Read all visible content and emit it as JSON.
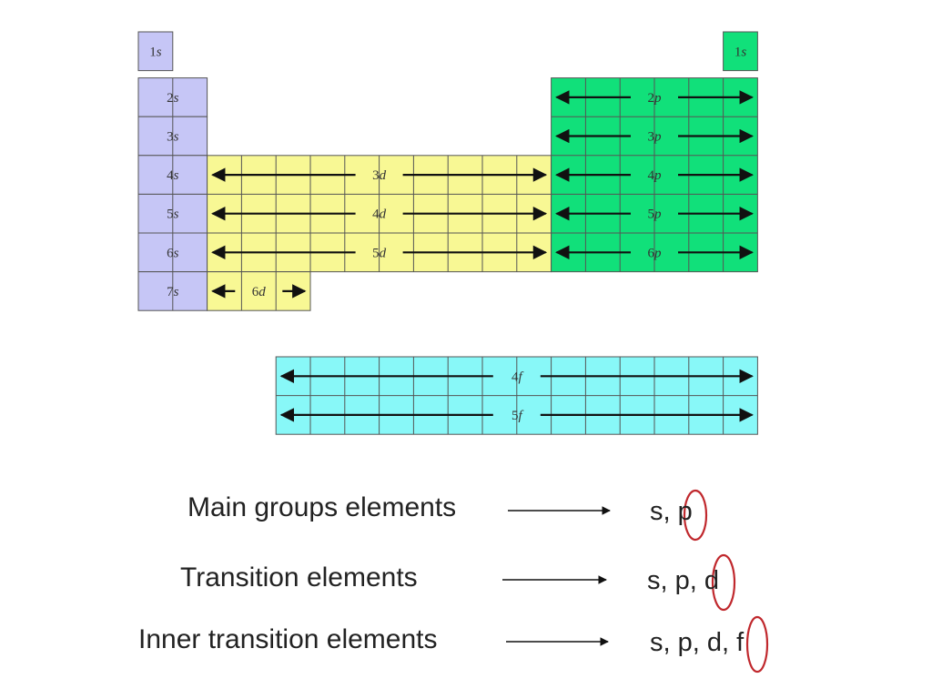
{
  "colors": {
    "s_block": "#c6c6f6",
    "p_block": "#11e07a",
    "d_block": "#f8f894",
    "f_block": "#88f8f8",
    "grid": "#555555",
    "arrow": "#111111",
    "circle": "#c0282d"
  },
  "blocks": {
    "s_left": [
      "1s",
      "2s",
      "3s",
      "4s",
      "5s",
      "6s",
      "7s"
    ],
    "s_right": "1s",
    "p": [
      "2p",
      "3p",
      "4p",
      "5p",
      "6p"
    ],
    "d": [
      "3d",
      "4d",
      "5d",
      "6d"
    ],
    "f": [
      "4f",
      "5f"
    ]
  },
  "legend": [
    {
      "label": "Main groups elements",
      "value_prefix": "s, ",
      "value_circled": "p"
    },
    {
      "label": "Transition elements",
      "value_prefix": "s, p, ",
      "value_circled": "d"
    },
    {
      "label": "Inner transition elements",
      "value_prefix": "s, p, d, ",
      "value_circled": "f"
    }
  ]
}
